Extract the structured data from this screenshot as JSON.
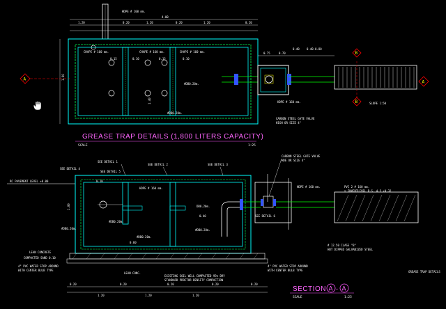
{
  "colors": {
    "background": "#000000",
    "concrete": "#00ffff",
    "rebar": "#00ff55",
    "dimension": "#ffffff",
    "leader": "#ffff00",
    "title": "#ff55ff",
    "marker": "#ff0000",
    "valve": "#3355ff",
    "pipe": "#00ff00"
  },
  "cursor": {
    "icon": "hand-pan-icon"
  },
  "plan": {
    "title": "GREASE TRAP DETAILS (1,800 LITERS CAPACITY)",
    "scale_label": "SCALE",
    "scale_value": "1:25",
    "section_markers": [
      "A",
      "A"
    ],
    "markers_b": [
      "B",
      "B"
    ],
    "labels": {
      "pipe_top": "HDPE # 100 mm.",
      "overall_width": "4.00",
      "dim_top": [
        "1.20",
        "0.20",
        "1.20",
        "0.20",
        "1.20",
        "0.20"
      ],
      "right_dims": [
        "0.75",
        "0.70",
        "0.40",
        "0.40-0.80"
      ],
      "inner_a": "CHAPE # 160 mm.",
      "inner_b": "CHAPE # 160 mm.",
      "inner_c": "CHAPE # 160 mm.",
      "lvl_a": "0.15",
      "lvl_b": "0.10",
      "lvl_c": "0.15",
      "lvl_d": "0.10",
      "rebar_a": "#DB0.20m.",
      "rebar_b": "#DB0.20m.",
      "hdpe_right": "HDPE # 160 mm.",
      "gate_valve": "CARBON STEEL GATE VALVE",
      "gate_valve_size": "HIGH OR SIZE 4\"",
      "slope": "SLOPE 1:50",
      "height": "1.60",
      "inner_h": "1.40"
    }
  },
  "section": {
    "title": "SECTION",
    "marker": "A",
    "scale_label": "SCALE",
    "scale_value": "1:25",
    "caption_right": "GREASE TRAP DETAILS",
    "labels": {
      "detail_1": "SEE DETAIL 1",
      "detail_2": "SEE DETAIL 2",
      "detail_3": "SEE DETAIL 3",
      "detail_4": "SEE DETAIL 4",
      "detail_5": "SEE DETAIL 5",
      "detail_6": "SEE DETAIL 6",
      "gate_valve": "CARBON STEEL GATE VALVE",
      "gate_valve_size": "HDE OR SIZE 4\"",
      "rc_pavement": "RC PAVEMENT LEVEL +0.00",
      "hdpe_a": "HDPE # 160 mm.",
      "hdpe_b": "HDPE # 160 mm.",
      "pvc_right": "PVC 2 # 160 mm.",
      "invert": "▽ INVERTLEVEL R.S. 4.5 +0.32",
      "lean_concrete": "LEAN CONCRETE",
      "compacted_sand": "COMPACTED SAND 0.10",
      "pvc_waterstop_a": "4\" PVC WATER STOP AROUND",
      "pvc_waterstop_a2": "WITH CENTER BULB TYPE",
      "pvc_waterstop_b": "4\" PVC WATER STOP AROUND",
      "pvc_waterstop_b2": "WITH CENTER BULB TYPE",
      "existing_soil": "EXISTING SOIL WELL COMPACTED 95% DRY",
      "proctor": "STANDARD PROCTOR DENSITY COMPACTION",
      "class_b": "# 12.50 CLASS \"B\"",
      "galvanized": "HOT DIPPED GALVANIZED STEEL",
      "rebar_1": "#DB0.20m.",
      "rebar_2": "#DB0.20m.",
      "rebar_3": "#DB0.20m.",
      "rebar_4": "#DB0.20m.",
      "dim_bottom": [
        "0.20",
        "0.20",
        "0.20",
        "0.20",
        "0.20"
      ],
      "dim_b2": [
        "1.20",
        "1.20",
        "1.20"
      ],
      "val_a": "0.10",
      "val_b": "0.40",
      "val_c": "0.60",
      "val_d": "1.00",
      "db": "DB0.20m.",
      "conc": "LEAN CONC."
    }
  }
}
